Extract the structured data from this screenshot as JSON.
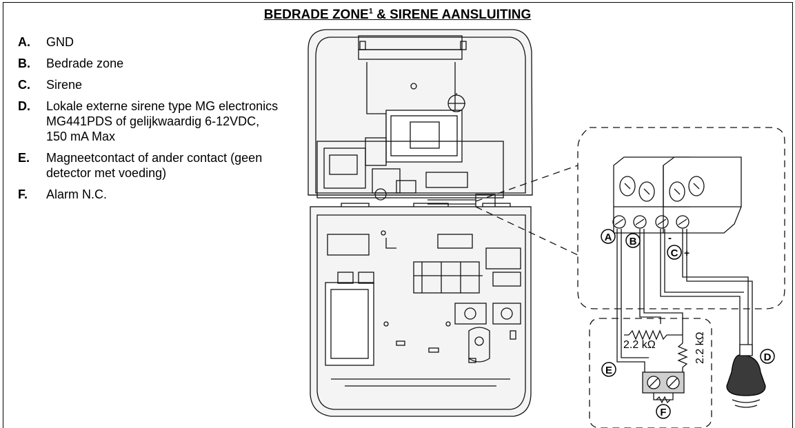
{
  "title": {
    "text": "BEDRADE ZONE",
    "sup": "1",
    "rest": " & SIRENE AANSLUITING"
  },
  "legend": [
    {
      "key": "A.",
      "text": "GND"
    },
    {
      "key": "B.",
      "text": "Bedrade zone"
    },
    {
      "key": "C.",
      "text": "Sirene"
    },
    {
      "key": "D.",
      "text": "Lokale externe sirene type MG electronics MG441PDS of gelijkwaardig 6-12VDC, 150 mA Max"
    },
    {
      "key": "E.",
      "text": "Magneetcontact of ander contact (geen detector met voeding)"
    },
    {
      "key": "F.",
      "text": "Alarm N.C."
    }
  ],
  "diagram": {
    "terminal_labels": {
      "a": "A",
      "b": "B",
      "c": "C",
      "d": "D",
      "e": "E",
      "f": "F"
    },
    "polarity": {
      "minus": "-",
      "plus": "+"
    },
    "resistor_1": "2.2 kΩ",
    "resistor_2": "2.2 kΩ"
  }
}
